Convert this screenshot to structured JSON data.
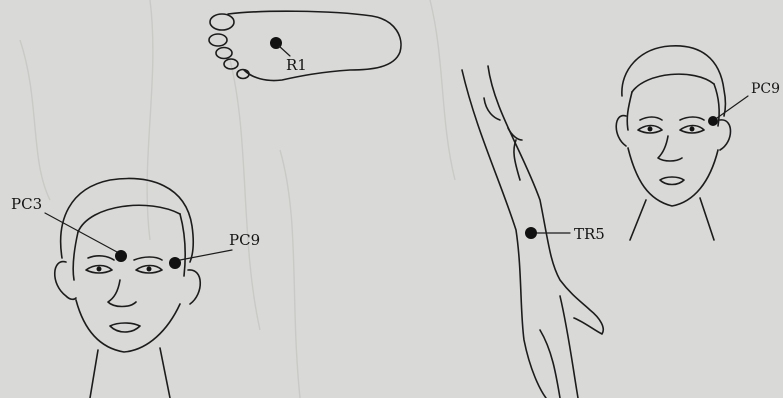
{
  "figure": {
    "labels": {
      "r1": "R1",
      "pc3": "PC3",
      "pc9_front": "PC9",
      "tr5": "TR5",
      "pc9_side": "PC9"
    },
    "parts": [
      "foot-sole",
      "face-front-left",
      "forearm-hand",
      "face-front-right"
    ],
    "colors": {
      "paper": "#d9d9d7",
      "ink": "#1c1c1c",
      "point": "#111111"
    }
  }
}
